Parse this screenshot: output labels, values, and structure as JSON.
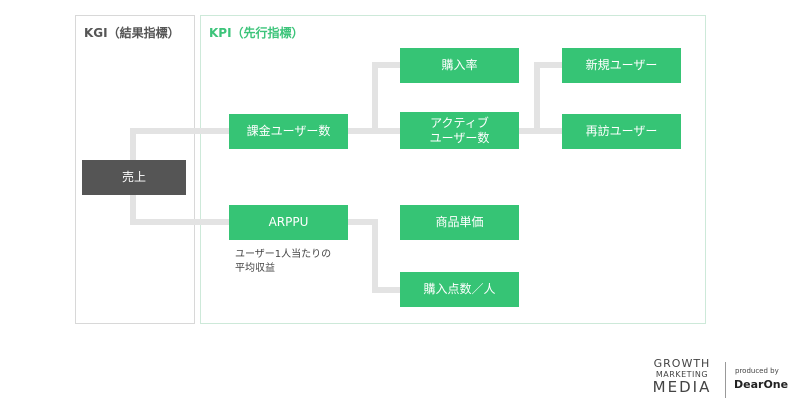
{
  "panels": {
    "kgi": "KGI（結果指標）",
    "kpi": "KPI（先行指標）"
  },
  "nodes": {
    "sales": "売上",
    "paying_users": "課金ユーザー数",
    "arppu": "ARPPU",
    "arppu_note_1": "ユーザー1人当たりの",
    "arppu_note_2": "平均収益",
    "purchase_rate": "購入率",
    "active_users_1": "アクティブ",
    "active_users_2": "ユーザー数",
    "unit_price": "商品単価",
    "items_per_person": "購入点数／人",
    "new_users": "新規ユーザー",
    "returning_users": "再訪ユーザー"
  },
  "logo": {
    "line1": "GROWTH",
    "line2": "MARKETING",
    "line3": "MEDIA",
    "produced_by": "produced by",
    "brand": "DearOne"
  },
  "colors": {
    "node": "#36c475",
    "kgi_node": "#555555",
    "connector": "#e3e3e3",
    "kpi_title": "#3cc47a"
  }
}
